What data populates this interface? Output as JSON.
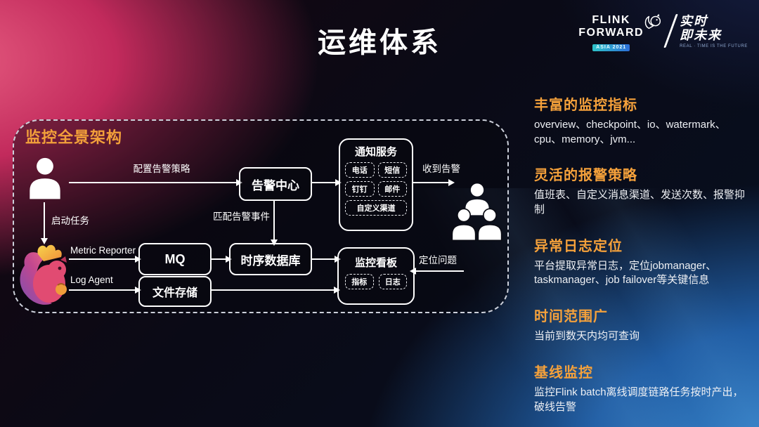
{
  "slide": {
    "title": "运维体系"
  },
  "logo": {
    "brand_line1": "FLINK",
    "brand_line2": "FORWARD",
    "badge": "ASIA 2021",
    "slogan_line1": "实时",
    "slogan_line2": "即未来",
    "caption": "REAL · TIME IS THE FUTURE"
  },
  "diagram": {
    "panel_title": "监控全景架构",
    "labels": {
      "configure": "配置告警策略",
      "start_task": "启动任务",
      "match_event": "匹配告警事件",
      "receive_alert": "收到告警",
      "locate_problem": "定位问题",
      "metric_reporter": "Metric Reporter",
      "log_agent": "Log Agent"
    },
    "nodes": {
      "alert_center": "告警中心",
      "notify_service": "通知服务",
      "notify_channels": [
        "电话",
        "短信",
        "钉钉",
        "邮件",
        "自定义渠道"
      ],
      "mq": "MQ",
      "tsdb": "时序数据库",
      "dashboard": "监控看板",
      "dashboard_tabs": [
        "指标",
        "日志"
      ],
      "file_storage": "文件存储"
    }
  },
  "sections": [
    {
      "heading": "丰富的监控指标",
      "body": "overview、checkpoint、io、watermark、cpu、memory、jvm..."
    },
    {
      "heading": "灵活的报警策略",
      "body": "值班表、自定义消息渠道、发送次数、报警抑制"
    },
    {
      "heading": "异常日志定位",
      "body": "平台提取异常日志，定位jobmanager、taskmanager、job failover等关键信息"
    },
    {
      "heading": "时间范围广",
      "body": "当前到数天内均可查询"
    },
    {
      "heading": "基线监控",
      "body": "监控Flink batch离线调度链路任务按时产出，破线告警"
    }
  ],
  "colors": {
    "accent_orange": "#f5a13b",
    "crimson": "#c22a5c",
    "blue": "#2d6fd8",
    "panel_border": "#ccd0da"
  }
}
